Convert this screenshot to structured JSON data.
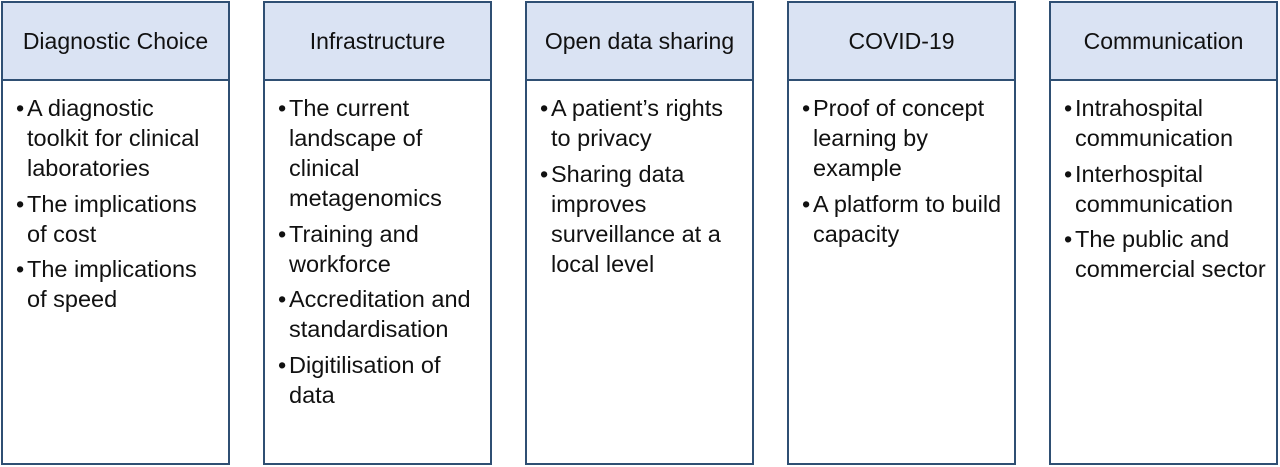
{
  "columns": [
    {
      "header": "Diagnostic Choice",
      "items": [
        "A diagnostic toolkit for clinical laboratories",
        "The implications of cost",
        "The implications of speed"
      ]
    },
    {
      "header": "Infrastructure",
      "items": [
        "The current landscape of clinical metagenomics",
        "Training and workforce",
        "Accreditation and standardisation",
        "Digitilisation of data"
      ]
    },
    {
      "header": "Open data sharing",
      "items": [
        "A patient’s rights to privacy",
        "Sharing data improves surveillance at a local level"
      ]
    },
    {
      "header": "COVID-19",
      "items": [
        "Proof of concept learning by example",
        "A platform to build capacity"
      ]
    },
    {
      "header": "Communication",
      "items": [
        "Intrahospital communication",
        "Interhospital communication",
        "The public and commercial sector"
      ]
    }
  ],
  "bullet_char": "•"
}
